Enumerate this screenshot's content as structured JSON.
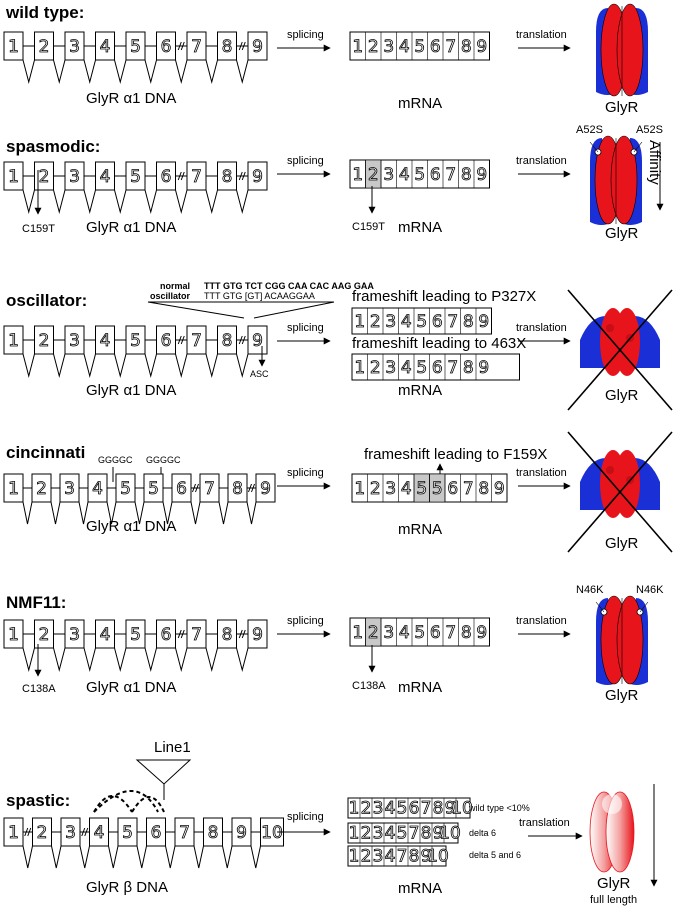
{
  "rows": [
    {
      "title": "wild type:",
      "dna_label": "GlyR α1 DNA",
      "exons": [
        "1",
        "2",
        "3",
        "4",
        "5",
        "6",
        "7",
        "8",
        "9"
      ],
      "splice_label": "splicing",
      "mrna_label": "mRNA",
      "mrna_strands": [
        [
          "1",
          "2",
          "3",
          "4",
          "5",
          "6",
          "7",
          "8",
          "9"
        ]
      ],
      "translation_label": "translation",
      "protein_label": "GlyR"
    },
    {
      "title": "spasmodic:",
      "dna_label": "GlyR α1 DNA",
      "exons": [
        "1",
        "2",
        "3",
        "4",
        "5",
        "6",
        "7",
        "8",
        "9"
      ],
      "mutation": "C159T",
      "splice_label": "splicing",
      "mrna_label": "mRNA",
      "mrna_mutation": "C159T",
      "mrna_strands": [
        [
          "1",
          "2",
          "3",
          "4",
          "5",
          "6",
          "7",
          "8",
          "9"
        ]
      ],
      "translation_label": "translation",
      "protein_label": "GlyR",
      "protein_marks": [
        "A52S",
        "A52S"
      ],
      "affinity_label": "Affinity"
    },
    {
      "title": "oscillator:",
      "dna_label": "GlyR α1 DNA",
      "exons": [
        "1",
        "2",
        "3",
        "4",
        "5",
        "6",
        "7",
        "8",
        "9"
      ],
      "seq_normal_label": "normal",
      "seq_oscillator_label": "oscillator",
      "seq_normal": "TTT GTG TCT CGG CAA CAC AAG GAA",
      "seq_oscillator": "TTT GTG [GT] ACAAGGAA",
      "asc": "ASC",
      "splice_label": "splicing",
      "frameshift_a": "frameshift leading to P327X",
      "frameshift_b": "frameshift leading to 463X",
      "mrna_label": "mRNA",
      "mrna_strands": [
        [
          "1",
          "2",
          "3",
          "4",
          "5",
          "6",
          "7",
          "8",
          "9"
        ],
        [
          "1",
          "2",
          "3",
          "4",
          "5",
          "6",
          "7",
          "8",
          "9"
        ]
      ],
      "translation_label": "translation",
      "protein_label": "GlyR"
    },
    {
      "title": "cincinnati",
      "dna_label": "GlyR α1 DNA",
      "exons": [
        "1",
        "2",
        "3",
        "4",
        "5",
        "5",
        "6",
        "7",
        "8",
        "9"
      ],
      "dup_a": "GGGGC",
      "dup_b": "GGGGC",
      "splice_label": "splicing",
      "frameshift": "frameshift leading to F159X",
      "mrna_label": "mRNA",
      "mrna_strands": [
        [
          "1",
          "2",
          "3",
          "4",
          "5",
          "5",
          "6",
          "7",
          "8",
          "9"
        ]
      ],
      "translation_label": "translation",
      "protein_label": "GlyR"
    },
    {
      "title": "NMF11:",
      "dna_label": "GlyR α1 DNA",
      "exons": [
        "1",
        "2",
        "3",
        "4",
        "5",
        "6",
        "7",
        "8",
        "9"
      ],
      "mutation": "C138A",
      "splice_label": "splicing",
      "mrna_label": "mRNA",
      "mrna_mutation": "C138A",
      "mrna_strands": [
        [
          "1",
          "2",
          "3",
          "4",
          "5",
          "6",
          "7",
          "8",
          "9"
        ]
      ],
      "translation_label": "translation",
      "protein_label": "GlyR",
      "protein_marks": [
        "N46K",
        "N46K"
      ]
    },
    {
      "title": "spastic:",
      "dna_label": "GlyR β DNA",
      "exons": [
        "1",
        "2",
        "3",
        "4",
        "5",
        "6",
        "7",
        "8",
        "9",
        "10"
      ],
      "insertion": "Line1",
      "splice_label": "splicing",
      "mrna_label": "mRNA",
      "mrna_strands": [
        [
          "1",
          "2",
          "3",
          "4",
          "5",
          "6",
          "7",
          "8",
          "9",
          "10"
        ],
        [
          "1",
          "2",
          "3",
          "4",
          "5",
          "7",
          "8",
          "9",
          "10"
        ],
        [
          "1",
          "2",
          "3",
          "4",
          "7",
          "8",
          "9",
          "10"
        ]
      ],
      "variant_labels": [
        "wild type <10%",
        "delta 6",
        "delta 5 and 6"
      ],
      "translation_label": "translation",
      "protein_label": "GlyR",
      "protein_sub": "full length"
    }
  ],
  "colors": {
    "channel_red": "#e8141c",
    "channel_blue": "#1a2fd6",
    "channel_pink": "#f4a0a0",
    "highlight_gray": "#c8c8c8"
  }
}
